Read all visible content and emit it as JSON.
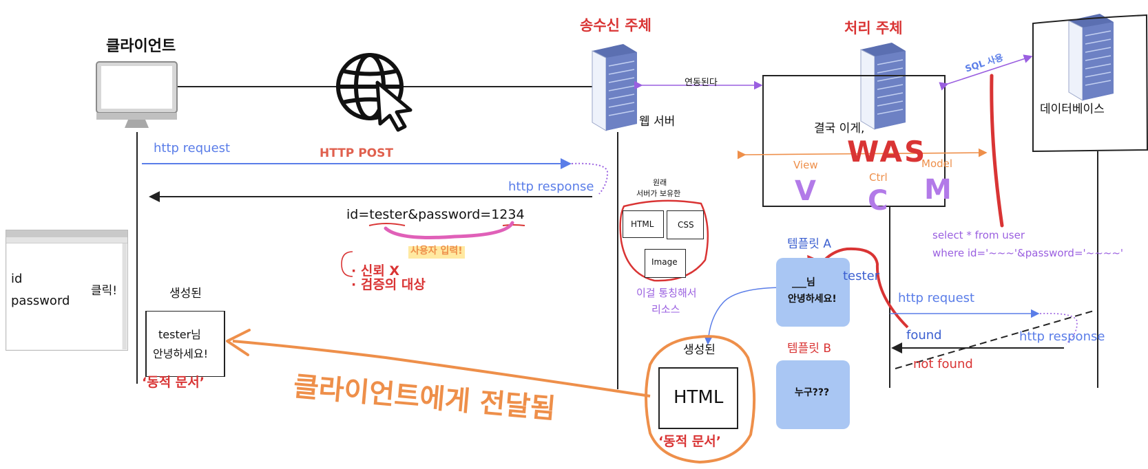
{
  "actors": {
    "client": "클라이언트",
    "sender_title": "송수신 주체",
    "processor_title": "처리  주체",
    "web_server": "웹 서버",
    "database": "데이터베이스"
  },
  "links": {
    "linked": "연동된다",
    "sql_use": "SQL 사용"
  },
  "was": {
    "prefix": "결국 이게,",
    "name": "WAS",
    "view": "View",
    "ctrl": "Ctrl",
    "model": "Model",
    "v": "V",
    "c": "C",
    "m": "M"
  },
  "flow": {
    "http_request": "http request",
    "http_post": "HTTP POST",
    "http_response": "http response",
    "query_string": "id=tester&password=1234",
    "user_input": "사용자 입력!",
    "trust_x": "· 신뢰 X",
    "verify_target": "· 검증의 대상",
    "db_request": "http request",
    "db_response": "http response",
    "found": "found",
    "not_found": "not found",
    "tester": "tester",
    "sql_line1": "select * from user",
    "sql_line2": "where id='~~~'&password='~~~~'"
  },
  "resources": {
    "caption_line1": "원래",
    "caption_line2": "서버가 보유한",
    "html": "HTML",
    "css": "CSS",
    "image": "Image",
    "note_line1": "이걸 통칭해서",
    "note_line2": "리소스"
  },
  "browser": {
    "id": "id",
    "password": "password",
    "click": "클릭!"
  },
  "client_doc": {
    "generated": "생성된",
    "line1": "tester님",
    "line2": "안녕하세요!",
    "dynamic": "‘동적 문서’"
  },
  "templates": {
    "a_title": "템플릿 A",
    "a_line1": "___님",
    "a_line2": "안녕하세요!",
    "b_title": "템플릿 B",
    "b_body": "누구???"
  },
  "generated_html": {
    "generated": "생성된",
    "html": "HTML",
    "dynamic": "‘동적 문서’"
  },
  "delivered": "클라이언트에게 전달됨",
  "colors": {
    "red": "#d93434",
    "orange": "#ee8f4a",
    "purple": "#9a5fe0",
    "blue": "#5a7de8",
    "dark": "#222222",
    "card": "#a9c6f3",
    "pink": "#e060b8"
  }
}
